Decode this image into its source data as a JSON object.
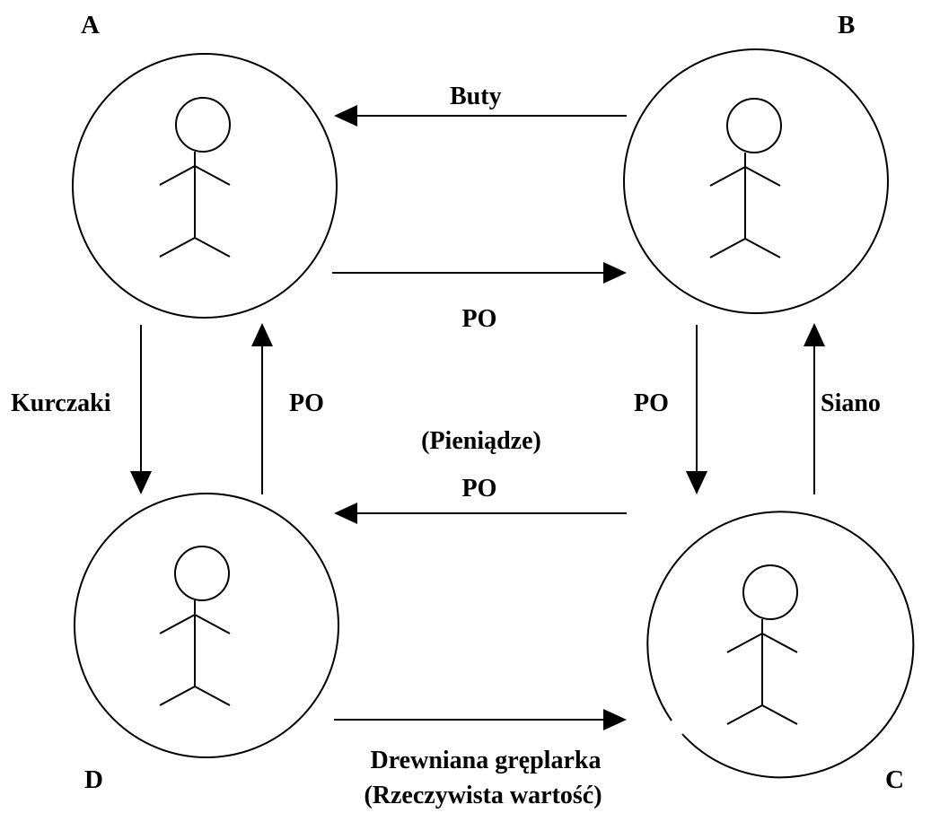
{
  "nodes": {
    "a": {
      "label": "A"
    },
    "b": {
      "label": "B"
    },
    "c": {
      "label": "C"
    },
    "d": {
      "label": "D"
    }
  },
  "edges": {
    "b_to_a": {
      "label": "Buty"
    },
    "a_to_b": {
      "label": "PO"
    },
    "a_to_d": {
      "label": "Kurczaki"
    },
    "d_to_a": {
      "label": "PO"
    },
    "b_to_c": {
      "label": "PO"
    },
    "c_to_b": {
      "label": "Siano"
    },
    "c_to_d": {
      "label": "PO"
    },
    "d_to_c": {
      "label": "Drewniana gręplarka"
    }
  },
  "annotations": {
    "money": "(Pieniądze)",
    "real_value": "(Rzeczywista wartość)"
  }
}
